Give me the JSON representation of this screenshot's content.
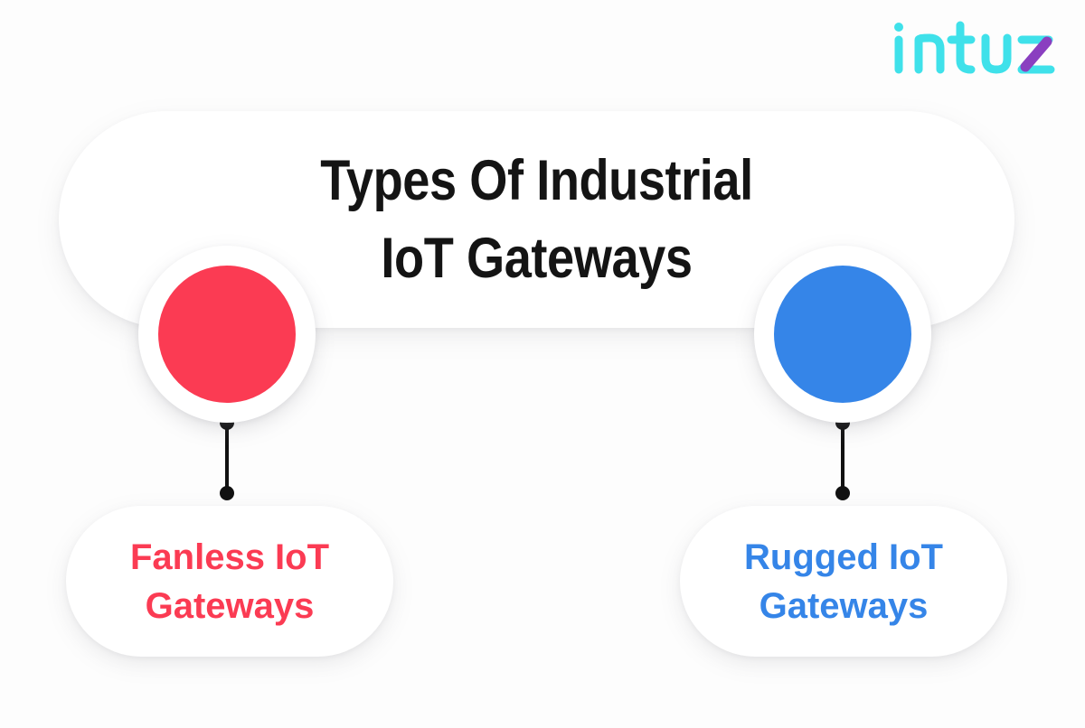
{
  "brand": {
    "name": "intuz",
    "wordmark": "intuz",
    "primary_color": "#3FE1EA",
    "accent_color": "#8A3FC0"
  },
  "header": {
    "title": "Types Of Industrial\nIoT Gateways",
    "title_line_1": "Types Of Industrial",
    "title_line_2": "IoT Gateways",
    "title_color": "#141414",
    "background_color": "#ffffff"
  },
  "nodes": [
    {
      "id": "fanless",
      "marker_color": "#FB3B53",
      "ring_color": "#ffffff"
    },
    {
      "id": "rugged",
      "marker_color": "#3585E8",
      "ring_color": "#ffffff"
    }
  ],
  "connectors": [
    {
      "id": "connector-fanless",
      "color": "#111111"
    },
    {
      "id": "connector-rugged",
      "color": "#111111"
    }
  ],
  "labels": [
    {
      "id": "fanless",
      "text": "Fanless IoT\nGateways",
      "line_1": "Fanless IoT",
      "line_2": "Gateways",
      "color": "#FB3B53"
    },
    {
      "id": "rugged",
      "text": "Rugged IoT\nGateways",
      "line_1": "Rugged IoT",
      "line_2": "Gateways",
      "color": "#3585E8"
    }
  ],
  "canvas": {
    "background_color": "#fdfdfd"
  },
  "chart_data": {
    "type": "diagram",
    "title": "Types Of Industrial IoT Gateways",
    "categories": [
      "Fanless IoT Gateways",
      "Rugged IoT Gateways"
    ],
    "colors": [
      "#FB3B53",
      "#3585E8"
    ],
    "layout": "two-branch-tree"
  }
}
